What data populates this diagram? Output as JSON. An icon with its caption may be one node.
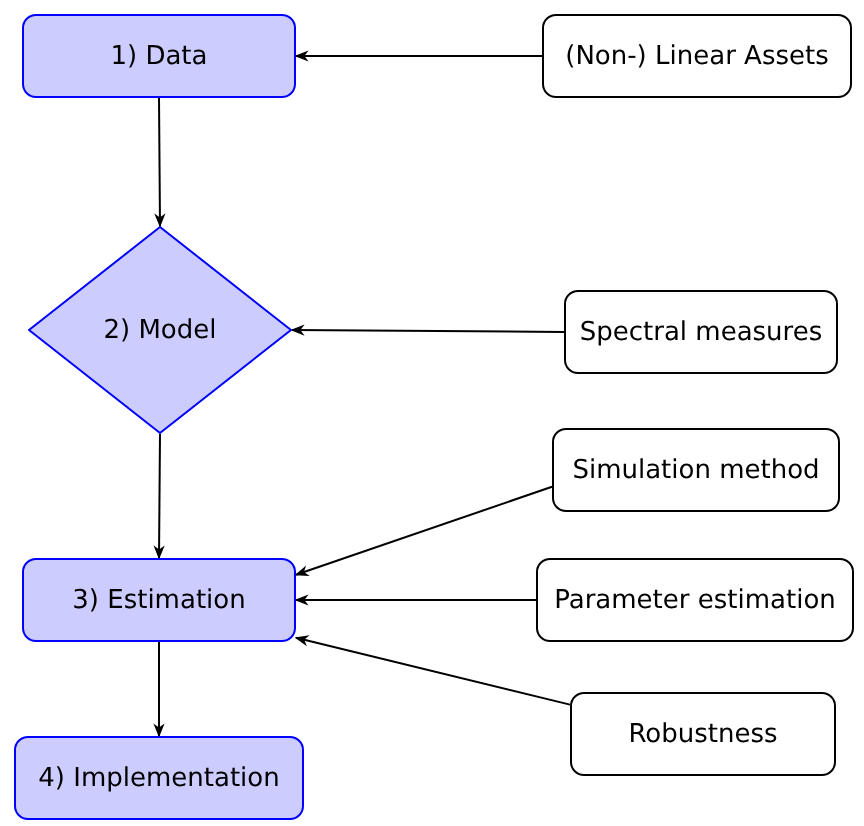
{
  "diagram": {
    "nodes": [
      {
        "text": [
          "1) Data"
        ]
      },
      {
        "text": [
          "(Non-) Linear Assets"
        ]
      },
      {
        "text": [
          "2) Model"
        ]
      },
      {
        "text": [
          "Spectral measures"
        ]
      },
      {
        "text": [
          "Simulation method"
        ]
      },
      {
        "text": [
          "3) Estimation"
        ]
      },
      {
        "text": [
          "Parameter estimation"
        ]
      },
      {
        "text": [
          "Robustness"
        ]
      },
      {
        "text": [
          "4) Implementation"
        ]
      }
    ],
    "edges": [
      {
        "from": 1,
        "to": 0,
        "arrow": "to"
      },
      {
        "from": 0,
        "to": 2,
        "arrow": "to"
      },
      {
        "from": 3,
        "to": 2,
        "arrow": "to"
      },
      {
        "from": 2,
        "to": 5,
        "arrow": "to"
      },
      {
        "from": 4,
        "to": 5,
        "arrow": "to"
      },
      {
        "from": 6,
        "to": 5,
        "arrow": "to"
      },
      {
        "from": 7,
        "to": 5,
        "arrow": "to"
      },
      {
        "from": 5,
        "to": 8,
        "arrow": "to"
      }
    ]
  }
}
